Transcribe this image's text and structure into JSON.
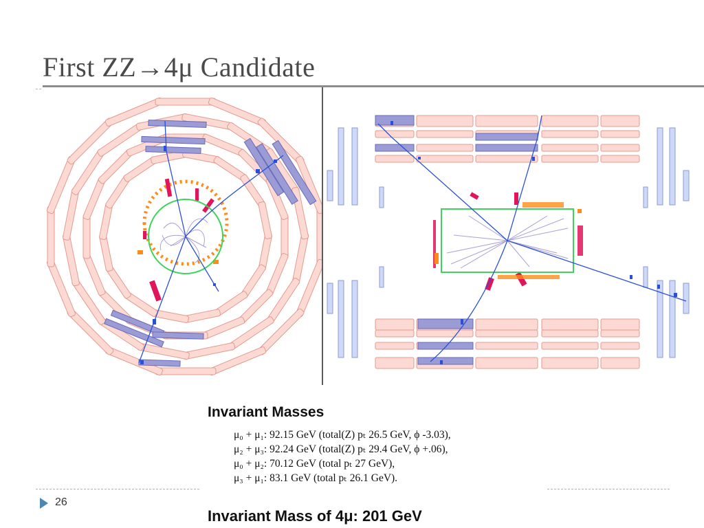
{
  "slide": {
    "title": "First ZZ→4μ Candidate",
    "page_number": "26"
  },
  "masses": {
    "heading": "Invariant Masses",
    "lines": [
      "μ₀ + μ₁: 92.15 GeV (total(Z) pₜ 26.5 GeV, ϕ -3.03),",
      "μ₂ + μ₃: 92.24 GeV (total(Z) pₜ 29.4 GeV, ϕ +.06),",
      "μ₀ + μ₂: 70.12 GeV (total pₜ 27 GeV),",
      "μ₃ + μ₁: 83.1 GeV (total pₜ 26.1 GeV)."
    ],
    "total_heading": "Invariant Mass of 4μ: 201 GeV"
  },
  "colors": {
    "muon_chamber": "#fcd9d2",
    "muon_chamber_border": "#e39b8f",
    "hit_chamber": "#9b9bd6",
    "track": "#2a50d8",
    "inner_detector": "#3cd45a",
    "endcap_chamber": "#cfd8f7",
    "calo_red": "#e0155a",
    "calo_orange": "#ff8c1a"
  }
}
